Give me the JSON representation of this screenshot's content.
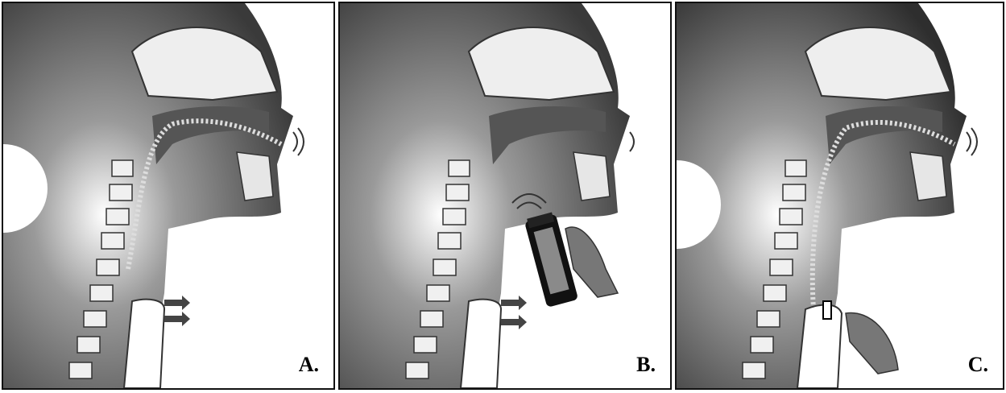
{
  "panels": [
    {
      "id": "a",
      "label": "A.",
      "device": "none"
    },
    {
      "id": "b",
      "label": "B.",
      "device": "electrolarynx"
    },
    {
      "id": "c",
      "label": "C.",
      "device": "voice-prosthesis"
    }
  ],
  "colors": {
    "tissue": "#4a4a4a",
    "bone": "#f2f2f2",
    "airway": "#d8d8d8",
    "border": "#111111"
  }
}
